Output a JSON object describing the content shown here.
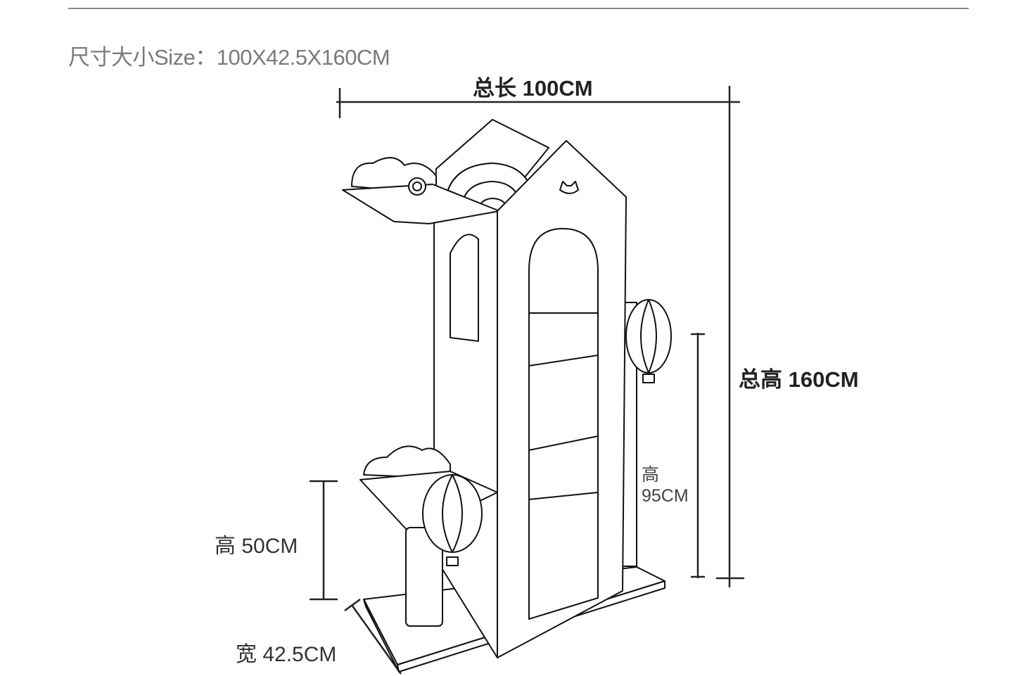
{
  "header": {
    "size_label": "尺寸大小Size：100X42.5X160CM"
  },
  "dimensions": {
    "total_length": "总长 100CM",
    "total_height": "总高 160CM",
    "inner_height_label": "高",
    "inner_height_value": "95CM",
    "low_height": "高 50CM",
    "width": "宽 42.5CM"
  }
}
